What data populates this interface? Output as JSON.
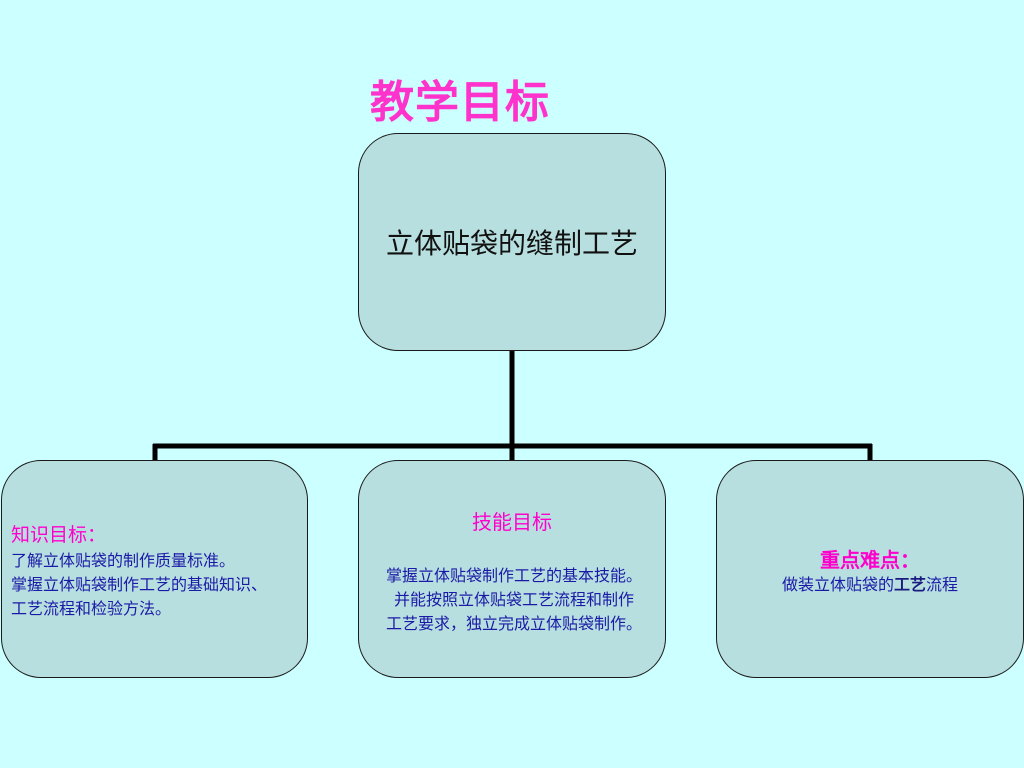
{
  "title": "教学目标",
  "root": {
    "label": "立体贴袋的缝制工艺"
  },
  "knowledge": {
    "heading": "知识目标：",
    "lines": [
      "了解立体贴袋的制作质量标准。",
      "掌握立体贴袋制作工艺的基础知识、",
      "工艺流程和检验方法。"
    ]
  },
  "skill": {
    "heading": "技能目标",
    "lines": [
      "掌握立体贴袋制作工艺的基本技能。",
      "并能按照立体贴袋工艺流程和制作",
      "工艺要求，独立完成立体贴袋制作。"
    ]
  },
  "difficulty": {
    "heading": "重点难点：",
    "text_before": "做装立体贴袋的",
    "text_bold": "工艺",
    "text_after": "流程"
  }
}
